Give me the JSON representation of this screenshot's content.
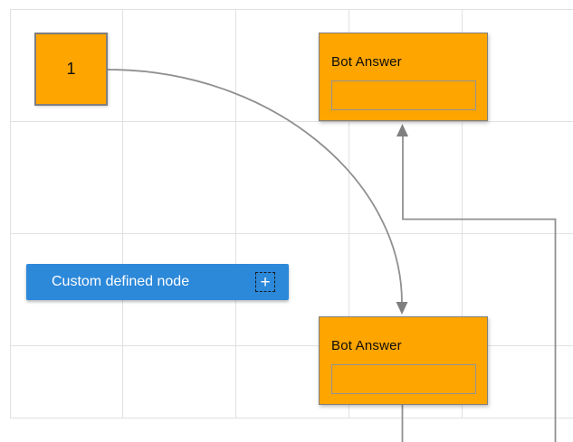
{
  "diagram": {
    "background": "#FFFFFF",
    "grid_color": "#E1E1E1"
  },
  "nodes": {
    "start_node": {
      "label": "1",
      "fill": "#FFA500",
      "border": "#7F7F7F"
    },
    "bot_answer_top": {
      "title": "Bot Answer",
      "fill": "#FFA500",
      "border": "#7F7F7F"
    },
    "bot_answer_bottom": {
      "title": "Bot Answer",
      "fill": "#FFA500",
      "border": "#7F7F7F"
    },
    "custom_node": {
      "label": "Custom defined node",
      "fill": "#2C88D9",
      "text_color": "#FFFFFF",
      "add_icon": "+"
    }
  },
  "connectors": {
    "line_color": "#909090",
    "arrow_color": "#7F7F7F"
  }
}
